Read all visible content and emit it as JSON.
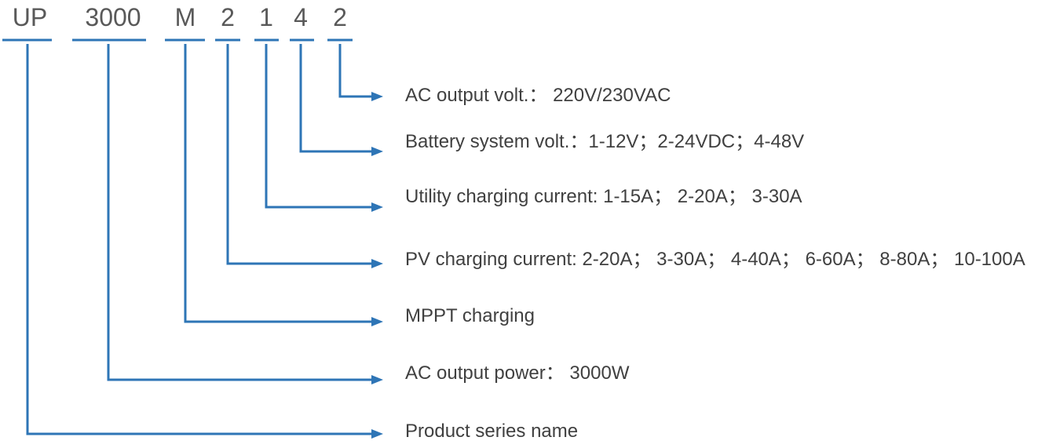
{
  "model_code": {
    "segments": [
      {
        "text": "UP"
      },
      {
        "text": "3000"
      },
      {
        "text": "M"
      },
      {
        "text": "2"
      },
      {
        "text": "1"
      },
      {
        "text": "4"
      },
      {
        "text": "2"
      }
    ]
  },
  "descriptions": [
    {
      "text": "AC output volt.： 220V/230VAC"
    },
    {
      "text": "Battery system volt.：1-12V；2-24VDC；4-48V"
    },
    {
      "text": "Utility charging current: 1-15A； 2-20A； 3-30A"
    },
    {
      "text": "PV charging current: 2-20A； 3-30A； 4-40A； 6-60A； 8-80A； 10-100A"
    },
    {
      "text": "MPPT charging"
    },
    {
      "text": "AC output power： 3000W"
    },
    {
      "text": "Product series name"
    }
  ],
  "colors": {
    "line": "#2e75b6",
    "code_text": "#595959",
    "description_text": "#404040"
  }
}
